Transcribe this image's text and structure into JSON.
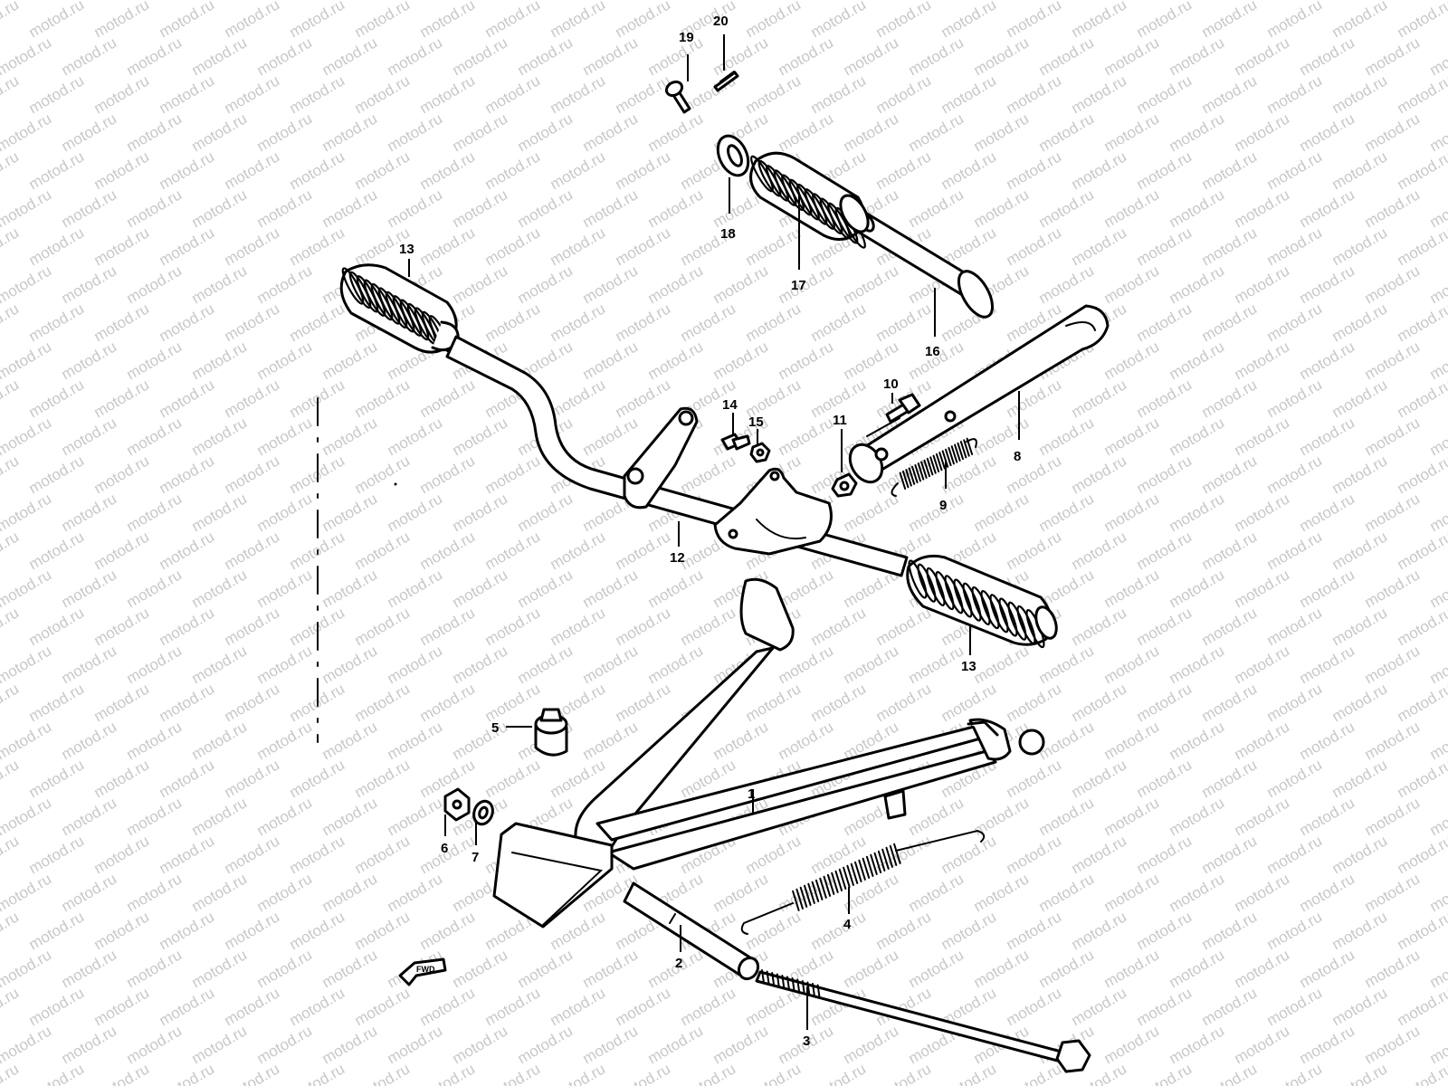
{
  "watermark": "motod.ru",
  "forward_marker": "FWD",
  "callouts": {
    "c1": "1",
    "c2": "2",
    "c3": "3",
    "c4": "4",
    "c5": "5",
    "c6": "6",
    "c7": "7",
    "c8": "8",
    "c9": "9",
    "c10": "10",
    "c11": "11",
    "c12": "12",
    "c13a": "13",
    "c13b": "13",
    "c14": "14",
    "c15": "15",
    "c16": "16",
    "c17": "17",
    "c18": "18",
    "c19": "19",
    "c20": "20"
  },
  "colors": {
    "line": "#000000",
    "paper": "#ffffff",
    "watermark": "#c8c8c8"
  }
}
